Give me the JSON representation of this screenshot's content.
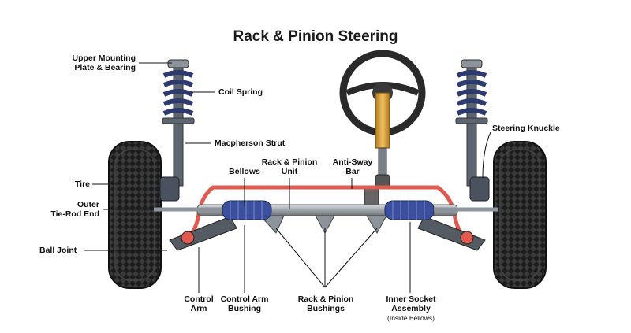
{
  "title": "Rack & Pinion Steering",
  "labels": {
    "upper_mounting_line1": "Upper Mounting",
    "upper_mounting_line2": "Plate & Bearing",
    "coil_spring": "Coil Spring",
    "macpherson_strut": "Macpherson Strut",
    "tire": "Tire",
    "outer_tie_rod_line1": "Outer",
    "outer_tie_rod_line2": "Tie-Rod End",
    "ball_joint": "Ball Joint",
    "bellows": "Bellows",
    "rack_pinion_unit_line1": "Rack & Pinion",
    "rack_pinion_unit_line2": "Unit",
    "anti_sway_line1": "Anti-Sway",
    "anti_sway_line2": "Bar",
    "steering_knuckle": "Steering Knuckle",
    "control_arm_line1": "Control",
    "control_arm_line2": "Arm",
    "control_arm_bushing_line1": "Control Arm",
    "control_arm_bushing_line2": "Bushing",
    "rp_bushings_line1": "Rack & Pinion",
    "rp_bushings_line2": "Bushings",
    "inner_socket_line1": "Inner Socket",
    "inner_socket_line2": "Assembly",
    "inner_socket_note": "(Inside Bellows)"
  },
  "colors": {
    "sway_bar": "#e05a50",
    "bellows": "#3b4f9e",
    "spring": "#2c3a6e",
    "steering_column": "#e0a83a",
    "tire": "#1c1c1c",
    "metal": "#9aa0a8"
  }
}
